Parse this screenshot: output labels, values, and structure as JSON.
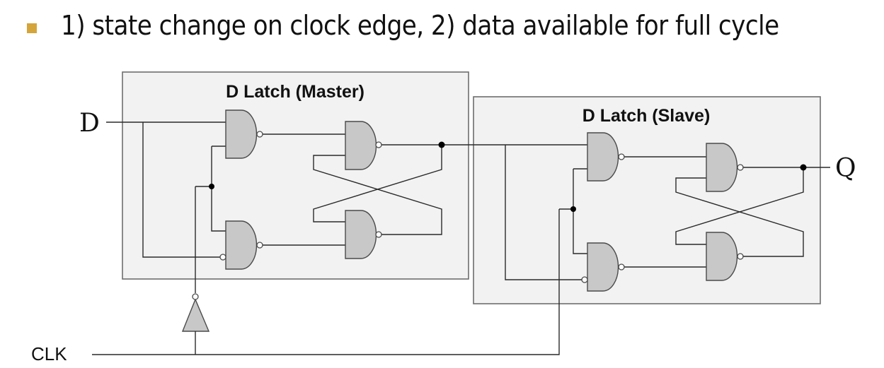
{
  "bullet": {
    "text": "1) state change on clock edge, 2) data available for full cycle",
    "color": "#d4a53a"
  },
  "diagram": {
    "master_title": "D Latch (Master)",
    "slave_title": "D Latch (Slave)",
    "input_label": "D",
    "output_label": "Q",
    "clock_label": "CLK",
    "box_fill": "#f2f2f2",
    "gate_fill": "#c8c8c8",
    "components": {
      "master": [
        "nand-input-top",
        "nand-input-bottom-inverted-d",
        "nand-sr-top",
        "nand-sr-bottom"
      ],
      "slave": [
        "nand-input-top",
        "nand-input-bottom-inverted-d",
        "nand-sr-top",
        "nand-sr-bottom"
      ],
      "clock": [
        "inverter-to-master"
      ]
    }
  }
}
